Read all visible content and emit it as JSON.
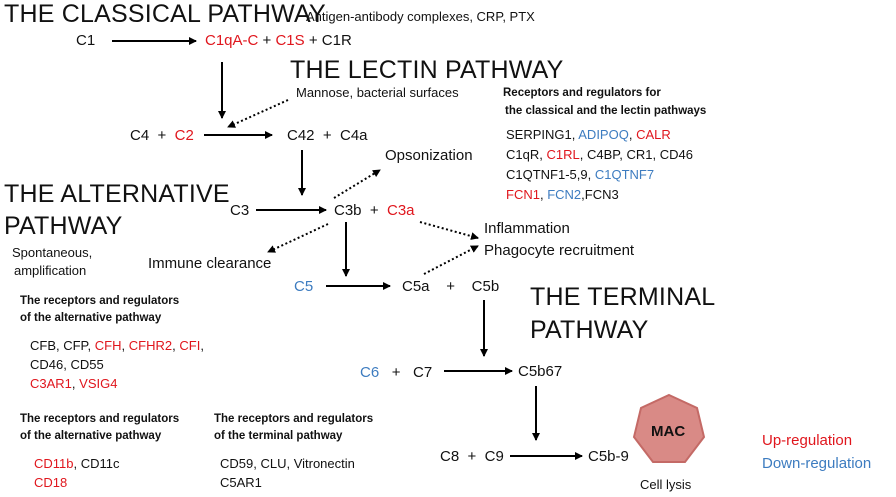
{
  "classical": {
    "title": "THE CLASSICAL PATHWAY",
    "trigger": "Antigen-antibody complexes, CRP, PTX",
    "c1": "C1",
    "c1qac": "C1qA-C",
    "plus": "+",
    "c1s": "C1S",
    "c1r": "C1R"
  },
  "lectin": {
    "title": "THE LECTIN PATHWAY",
    "trigger": "Mannose, bacterial surfaces"
  },
  "cascade": {
    "c4": "C4",
    "c2": "C2",
    "c42": "C42",
    "c4a": "C4a",
    "opsonization": "Opsonization",
    "c3": "C3",
    "c3b": "C3b",
    "c3a": "C3a",
    "inflammation": "Inflammation",
    "phagocyte": "Phagocyte recruitment",
    "immune_clearance": "Immune clearance",
    "c5": "C5",
    "c5a": "C5a",
    "c5b": "C5b",
    "c6": "C6",
    "c7": "C7",
    "c5b67": "C5b67",
    "c8": "C8",
    "c9": "C9",
    "c5b9": "C5b-9",
    "mac": "MAC",
    "cell_lysis": "Cell lysis"
  },
  "alternative": {
    "title_line1": "THE ALTERNATIVE",
    "title_line2": "PATHWAY",
    "desc_line1": "Spontaneous,",
    "desc_line2": "amplification"
  },
  "terminal": {
    "title_line1": "THE TERMINAL",
    "title_line2": "PATHWAY"
  },
  "reg_classical": {
    "heading_line1": "Receptors and regulators for",
    "heading_line2": "the classical and the lectin pathways",
    "serping1": "SERPING1,",
    "adipoq": "ADIPOQ",
    "comma": ",",
    "calr": "CALR",
    "c1qr": "C1qR,",
    "c1rl": "C1RL",
    "line2_rest": ", C4BP, CR1, CD46",
    "c1qtnf": "C1QTNF1-5,9,",
    "c1qtnf7": "C1QTNF7",
    "fcn1": "FCN1",
    "fcn2": "FCN2",
    "fcn3": ",FCN3"
  },
  "reg_alt1": {
    "heading_line1": "The receptors and regulators",
    "heading_line2": "of the alternative pathway",
    "cfb": "CFB, CFP,",
    "cfh": "CFH",
    "cfhr2": "CFHR2",
    "cfi": "CFI",
    "line2": "CD46, CD55",
    "c3ar1": "C3AR1",
    "vsig4": "VSIG4"
  },
  "reg_alt2": {
    "heading_line1": "The receptors and regulators",
    "heading_line2": "of the alternative pathway",
    "cd11b": "CD11b",
    "cd11c": ", CD11c",
    "cd18": "CD18"
  },
  "reg_terminal": {
    "heading_line1": "The receptors and regulators",
    "heading_line2": "of the terminal pathway",
    "line1": "CD59, CLU, Vitronectin",
    "line2": "C5AR1"
  },
  "legend": {
    "up": "Up-regulation",
    "down": "Down-regulation"
  },
  "colors": {
    "up": "#e0161d",
    "down": "#3d7cc0",
    "mac_fill": "#d98a86",
    "mac_stroke": "#c46a66",
    "text": "#111111"
  }
}
